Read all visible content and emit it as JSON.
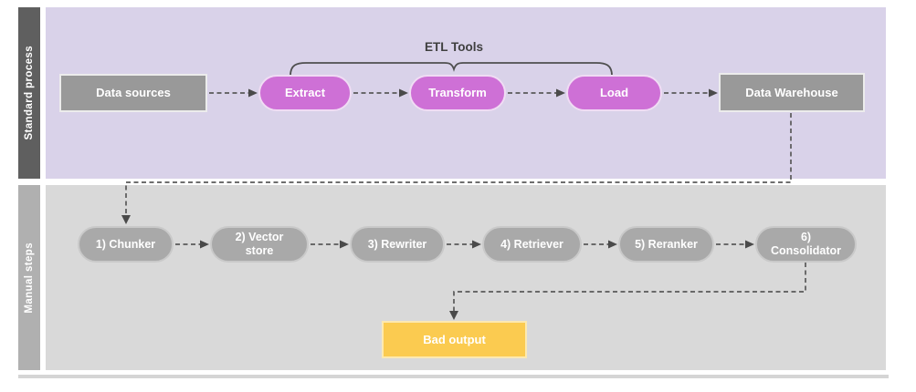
{
  "lanes": {
    "standard": {
      "label": "Standard process",
      "bar_color": "#5f5f5f",
      "body_color": "#d9d2e9"
    },
    "manual": {
      "label": "Manual steps",
      "bar_color": "#b0b0b0",
      "body_color": "#d9d9d9"
    }
  },
  "annotation": {
    "label": "ETL Tools"
  },
  "nodes": {
    "data_sources": {
      "label": "Data sources",
      "shape": "rectangle",
      "color": "#999999"
    },
    "extract": {
      "label": "Extract",
      "shape": "pill",
      "color": "#ce70d6"
    },
    "transform": {
      "label": "Transform",
      "shape": "pill",
      "color": "#ce70d6"
    },
    "load": {
      "label": "Load",
      "shape": "pill",
      "color": "#ce70d6"
    },
    "data_warehouse": {
      "label": "Data Warehouse",
      "shape": "rectangle",
      "color": "#999999"
    },
    "chunker": {
      "label": "1) Chunker",
      "shape": "pill",
      "color": "#a9a9a9"
    },
    "vector_store": {
      "label": "2) Vector\nstore",
      "shape": "pill",
      "color": "#a9a9a9"
    },
    "rewriter": {
      "label": "3) Rewriter",
      "shape": "pill",
      "color": "#a9a9a9"
    },
    "retriever": {
      "label": "4) Retriever",
      "shape": "pill",
      "color": "#a9a9a9"
    },
    "reranker": {
      "label": "5) Reranker",
      "shape": "pill",
      "color": "#a9a9a9"
    },
    "consolidator": {
      "label": "6)\nConsolidator",
      "shape": "pill",
      "color": "#a9a9a9"
    },
    "bad_output": {
      "label": "Bad output",
      "shape": "rectangle",
      "color": "#fbcb50"
    }
  },
  "edges": [
    {
      "from": "data_sources",
      "to": "extract",
      "style": "dashed-arrow"
    },
    {
      "from": "extract",
      "to": "transform",
      "style": "dashed-arrow"
    },
    {
      "from": "transform",
      "to": "load",
      "style": "dashed-arrow"
    },
    {
      "from": "load",
      "to": "data_warehouse",
      "style": "dashed-arrow"
    },
    {
      "from": "data_warehouse",
      "to": "chunker",
      "style": "dashed-arrow"
    },
    {
      "from": "chunker",
      "to": "vector_store",
      "style": "dashed-arrow"
    },
    {
      "from": "vector_store",
      "to": "rewriter",
      "style": "dashed-arrow"
    },
    {
      "from": "rewriter",
      "to": "retriever",
      "style": "dashed-arrow"
    },
    {
      "from": "retriever",
      "to": "reranker",
      "style": "dashed-arrow"
    },
    {
      "from": "reranker",
      "to": "consolidator",
      "style": "dashed-arrow"
    },
    {
      "from": "consolidator",
      "to": "bad_output",
      "style": "dashed-arrow"
    }
  ],
  "colors": {
    "connector": "#595959",
    "annotation_text": "#3f3f3f",
    "node_text": "#ffffff"
  }
}
